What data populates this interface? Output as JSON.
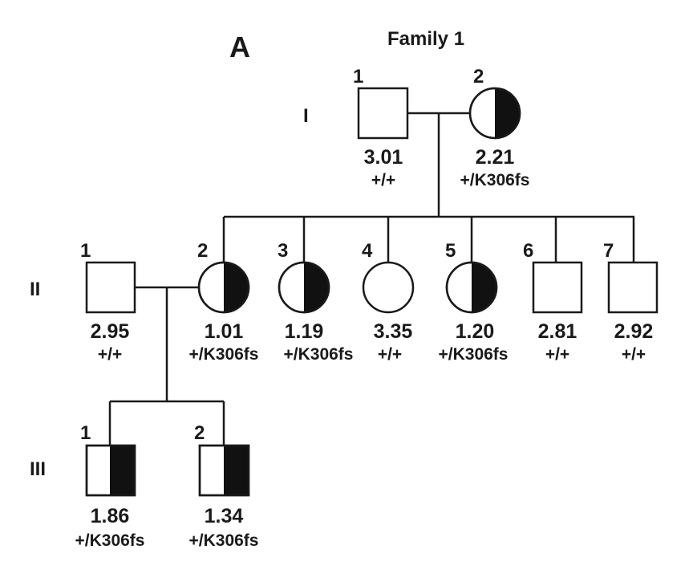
{
  "panel_label": "A",
  "title": "Family 1",
  "colors": {
    "affected_fill": "#111111",
    "line": "#1a1a1a",
    "background": "#ffffff"
  },
  "generations": [
    {
      "label": "I",
      "members": [
        {
          "index": "1",
          "sex": "male",
          "status": "unaffected",
          "value": "3.01",
          "genotype": "+/+"
        },
        {
          "index": "2",
          "sex": "female",
          "status": "carrier-half-filled",
          "value": "2.21",
          "genotype": "+/K306fs"
        }
      ]
    },
    {
      "label": "II",
      "members": [
        {
          "index": "1",
          "sex": "male",
          "status": "unaffected",
          "value": "2.95",
          "genotype": "+/+"
        },
        {
          "index": "2",
          "sex": "female",
          "status": "carrier-half-filled",
          "value": "1.01",
          "genotype": "+/K306fs"
        },
        {
          "index": "3",
          "sex": "female",
          "status": "carrier-half-filled",
          "value": "1.19",
          "genotype": "+/K306fs"
        },
        {
          "index": "4",
          "sex": "female",
          "status": "unaffected",
          "value": "3.35",
          "genotype": "+/+"
        },
        {
          "index": "5",
          "sex": "female",
          "status": "carrier-half-filled",
          "value": "1.20",
          "genotype": "+/K306fs"
        },
        {
          "index": "6",
          "sex": "male",
          "status": "unaffected",
          "value": "2.81",
          "genotype": "+/+"
        },
        {
          "index": "7",
          "sex": "male",
          "status": "unaffected",
          "value": "2.92",
          "genotype": "+/+"
        }
      ]
    },
    {
      "label": "III",
      "members": [
        {
          "index": "1",
          "sex": "male",
          "status": "carrier-half-filled",
          "value": "1.86",
          "genotype": "+/K306fs"
        },
        {
          "index": "2",
          "sex": "male",
          "status": "carrier-half-filled",
          "value": "1.34",
          "genotype": "+/K306fs"
        }
      ]
    }
  ]
}
